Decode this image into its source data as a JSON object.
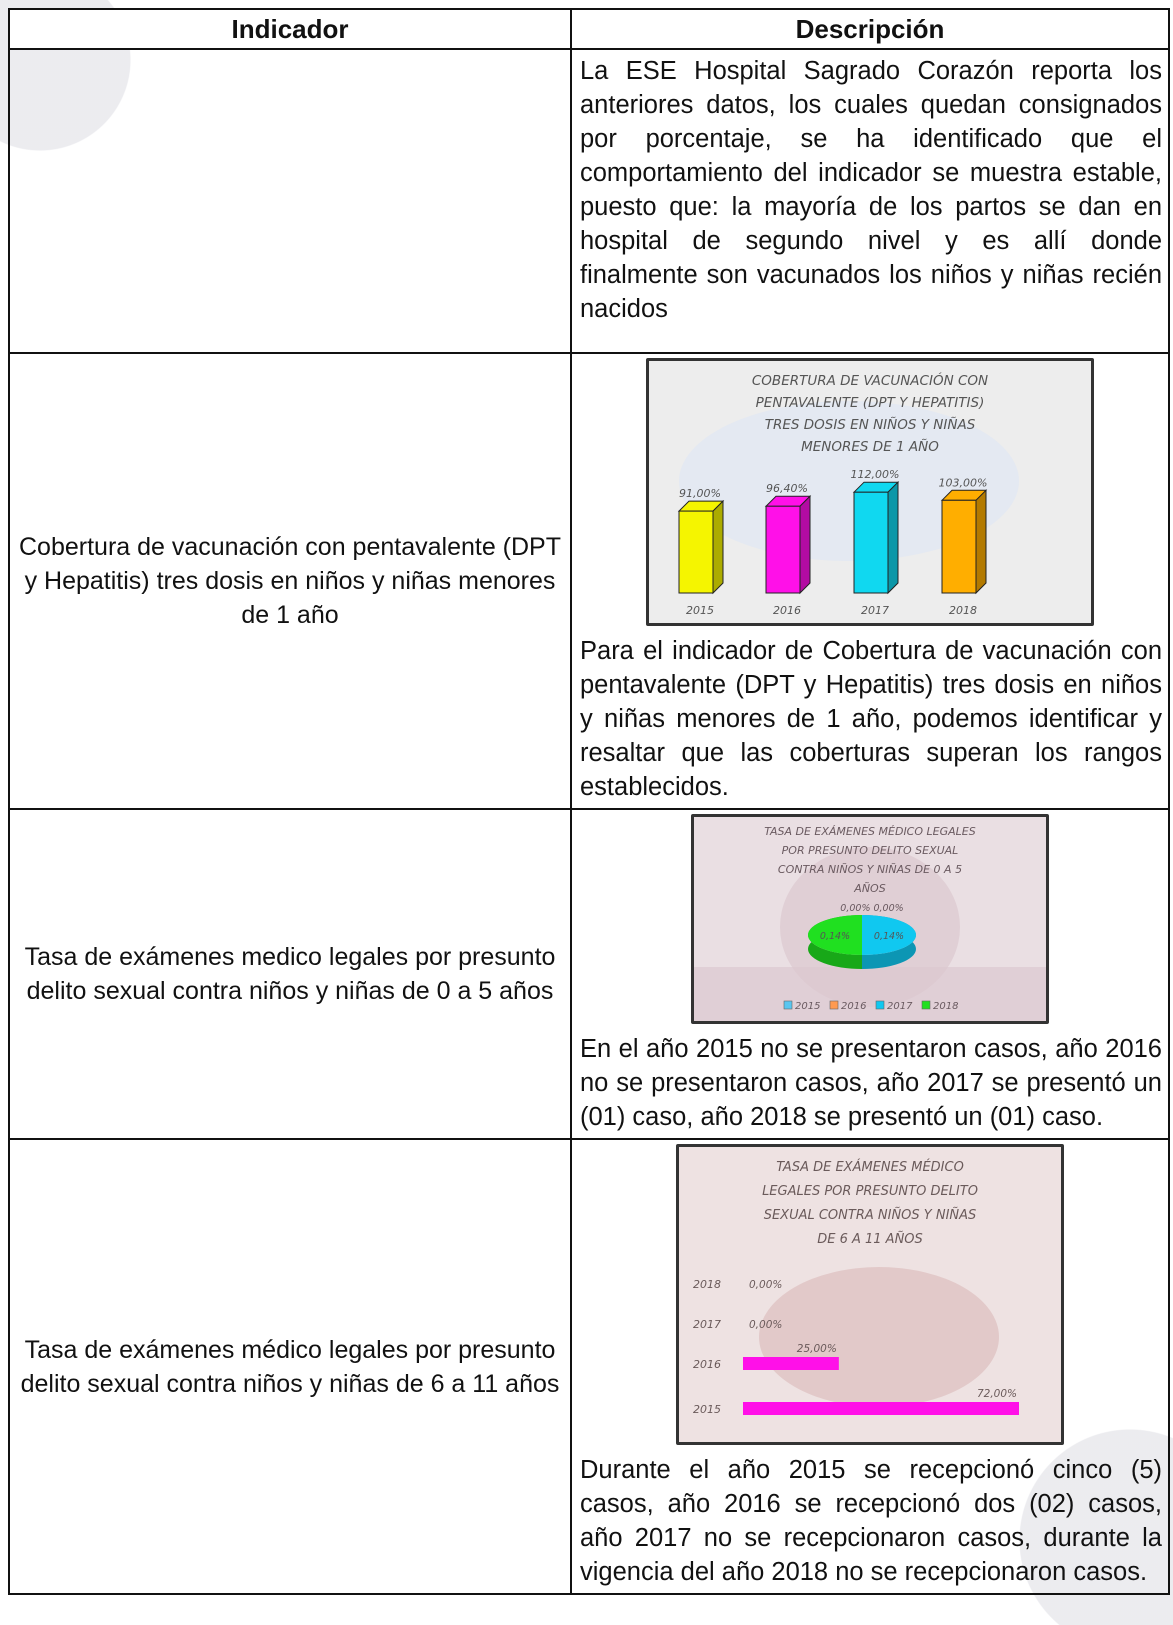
{
  "table": {
    "headers": [
      "Indicador",
      "Descripción"
    ],
    "rows": [
      {
        "indicator": "",
        "text_after": "La ESE Hospital Sagrado Corazón reporta los anteriores datos, los cuales quedan consignados por porcentaje, se ha identificado que el comportamiento del indicador se muestra estable, puesto que: la mayoría de los partos se dan en hospital de segundo nivel y es allí donde finalmente son vacunados los niños y niñas recién nacidos"
      },
      {
        "indicator": "Cobertura de vacunación con pentavalente (DPT y Hepatitis) tres dosis en niños y niñas menores de 1 año",
        "text_after": "Para el indicador de Cobertura de vacunación con pentavalente (DPT y Hepatitis) tres dosis en niños y niñas menores de 1 año, podemos identificar y resaltar que las coberturas superan los rangos establecidos."
      },
      {
        "indicator": "Tasa de exámenes medico legales por presunto delito sexual contra niños y niñas de 0 a 5 años",
        "text_after": "En el año 2015 no se presentaron casos, año 2016 no se presentaron casos, año 2017 se presentó un (01) caso, año 2018 se presentó un (01) caso."
      },
      {
        "indicator": "Tasa de exámenes médico legales por presunto delito sexual contra niños y niñas de 6 a 11 años",
        "text_after": "Durante el año 2015 se recepcionó cinco (5) casos, año 2016 se recepcionó dos (02) casos, año 2017 no se recepcionaron casos, durante la vigencia del año 2018 no se recepcionaron casos."
      }
    ]
  },
  "chart_data": [
    {
      "type": "bar",
      "title": "COBERTURA DE VACUNACIÓN CON PENTAVALENTE (DPT Y HEPATITIS) TRES DOSIS EN NIÑOS Y NIÑAS MENORES DE 1 AÑO",
      "title_lines": [
        "COBERTURA DE VACUNACIÓN CON",
        "PENTAVALENTE (DPT Y HEPATITIS)",
        "TRES DOSIS EN NIÑOS Y NIÑAS",
        "MENORES DE 1 AÑO"
      ],
      "categories": [
        "2015",
        "2016",
        "2017",
        "2018"
      ],
      "values": [
        91.0,
        96.4,
        112.0,
        103.0
      ],
      "labels": [
        "91,00%",
        "96,40%",
        "112,00%",
        "103,00%"
      ],
      "colors": [
        "#f5f500",
        "#ff10e8",
        "#10d8f0",
        "#ffae00"
      ],
      "ylim": [
        0,
        120
      ]
    },
    {
      "type": "pie",
      "title": "TASA DE EXÁMENES MÉDICO LEGALES POR PRESUNTO DELITO SEXUAL CONTRA NIÑOS Y NIÑAS DE 0 A 5 AÑOS",
      "title_lines": [
        "TASA DE EXÁMENES MÉDICO LEGALES",
        "POR PRESUNTO DELITO SEXUAL",
        "CONTRA NIÑOS Y NIÑAS DE 0 A 5",
        "AÑOS"
      ],
      "categories": [
        "2015",
        "2016",
        "2017",
        "2018"
      ],
      "values": [
        0.0,
        0.0,
        0.14,
        0.14
      ],
      "labels": [
        "0,00%",
        "0,00%",
        "0,14%",
        "0,14%"
      ],
      "colors": [
        "#59c6f0",
        "#ff9a50",
        "#10c8f0",
        "#20e020"
      ],
      "legend": "bottom"
    },
    {
      "type": "bar",
      "orientation": "horizontal",
      "title": "TASA DE EXÁMENES MÉDICO LEGALES POR PRESUNTO DELITO SEXUAL CONTRA NIÑOS Y NIÑAS DE 6 A 11 AÑOS",
      "title_lines": [
        "TASA DE EXÁMENES MÉDICO",
        "LEGALES POR PRESUNTO DELITO",
        "SEXUAL CONTRA NIÑOS Y NIÑAS",
        "DE 6 A 11 AÑOS"
      ],
      "categories": [
        "2018",
        "2017",
        "2016",
        "2015"
      ],
      "values": [
        0.0,
        0.0,
        25.0,
        72.0
      ],
      "labels": [
        "0,00%",
        "0,00%",
        "25,00%",
        "72,00%"
      ],
      "colors": [
        "#ff10e8"
      ],
      "xlim": [
        0,
        72
      ]
    }
  ]
}
